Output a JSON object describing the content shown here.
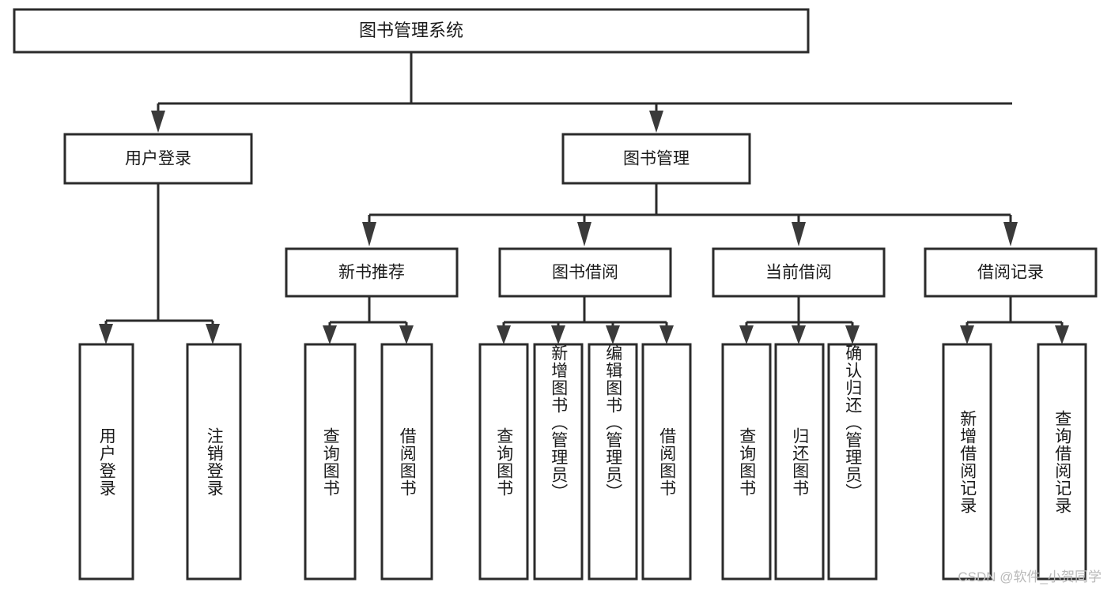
{
  "diagram": {
    "type": "tree",
    "title": "图书管理系统",
    "watermark": "CSDN @软件_小贺同学",
    "root": {
      "label": "图书管理系统"
    },
    "level1": [
      {
        "label": "用户登录"
      },
      {
        "label": "图书管理"
      }
    ],
    "level2": [
      {
        "label": "新书推荐"
      },
      {
        "label": "图书借阅"
      },
      {
        "label": "当前借阅"
      },
      {
        "label": "借阅记录"
      }
    ],
    "leaves": {
      "user_login": [
        {
          "label": "用户登录"
        },
        {
          "label": "注销登录"
        }
      ],
      "new_book_recommend": [
        {
          "label": "查询图书"
        },
        {
          "label": "借阅图书"
        }
      ],
      "book_borrow": [
        {
          "label": "查询图书"
        },
        {
          "label": "新增图书（管理员）"
        },
        {
          "label": "编辑图书（管理员）"
        },
        {
          "label": "借阅图书"
        }
      ],
      "current_borrow": [
        {
          "label": "查询图书"
        },
        {
          "label": "归还图书"
        },
        {
          "label": "确认归还（管理员）"
        }
      ],
      "borrow_record": [
        {
          "label": "新增借阅记录"
        },
        {
          "label": "查询借阅记录"
        }
      ]
    },
    "colors": {
      "stroke": "#2b2b2b",
      "fill": "#ffffff",
      "text": "#1b1b1b",
      "watermark": "#b9b9b9"
    }
  }
}
